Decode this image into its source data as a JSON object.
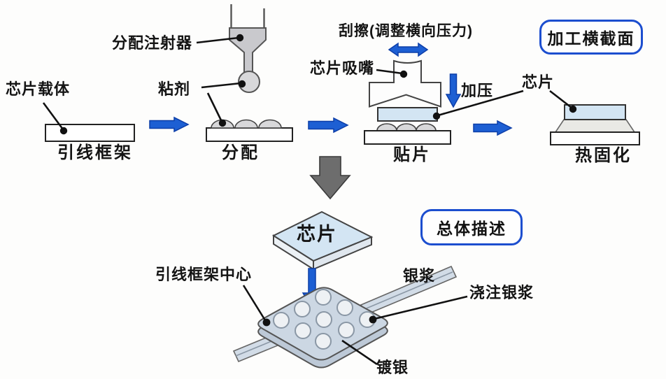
{
  "figure": {
    "boxes": {
      "cross_section": "加工横截面",
      "overview": "总体描述"
    },
    "callouts": {
      "chip_carrier": "芯片载体",
      "dispense_syringe": "分配注射器",
      "adhesive": "粘剂",
      "scrub": "刮擦(调整横向压力)",
      "chip_nozzle": "芯片吸嘴",
      "press": "加压",
      "chip_top": "芯片",
      "chip_bottom": "芯片",
      "lead_frame_center": "引线框架中心",
      "silver_paste": "银浆",
      "pour_silver_paste": "浇注银浆",
      "silver_plating": "镀银"
    },
    "steps": {
      "lead_frame": "引线框架",
      "dispense": "分配",
      "attach": "贴片",
      "cure": "热固化"
    },
    "colors": {
      "arrow_blue": "#1d5fd3",
      "arrow_blue_edge": "#0d3ea8",
      "box_border_blue": "#1c4ecf",
      "chip_fill": "#d3e5f3",
      "pad_fill": "#ccd7e3",
      "pad_side_fill": "#bdc9d7",
      "rail_fill": "#d2dce7",
      "hole_fill": "#eef1f4",
      "tool_fill": "#c9c9cd",
      "bump_fill": "#d8d8da",
      "fillet_fill": "#e9e9e5",
      "gray_arrow": "#6d6d6d",
      "ink": "#141414"
    }
  }
}
